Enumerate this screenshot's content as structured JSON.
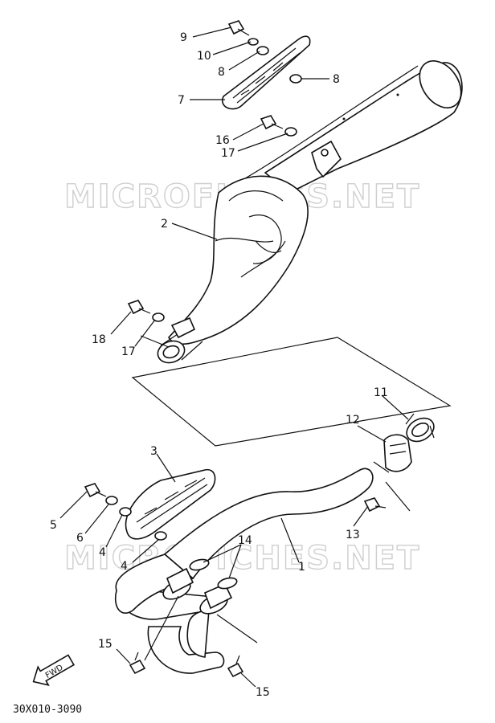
{
  "watermarks": [
    "MICROFICHES.NET",
    "MICROFICHES.NET"
  ],
  "diagram_code": "30X010-3090",
  "fwd_label": "FWD",
  "callouts": {
    "c1": "1",
    "c2": "2",
    "c3": "3",
    "c4a": "4",
    "c4b": "4",
    "c5": "5",
    "c6": "6",
    "c7": "7",
    "c8a": "8",
    "c8b": "8",
    "c9": "9",
    "c10": "10",
    "c11": "11",
    "c12": "12",
    "c13": "13",
    "c14": "14",
    "c15a": "15",
    "c15b": "15",
    "c16": "16",
    "c17a": "17",
    "c17b": "17",
    "c18": "18"
  }
}
